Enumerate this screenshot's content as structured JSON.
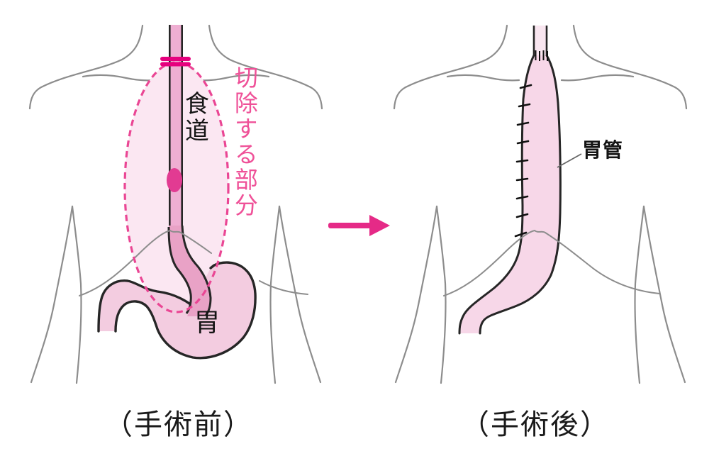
{
  "diagram": {
    "type": "medical-illustration",
    "subject": "esophagus-resection-before-after",
    "before": {
      "caption": "（手術前）",
      "esophagus_label": "食道",
      "stomach_label": "胃",
      "resection_label": "切除する部分"
    },
    "after": {
      "caption": "（手術後）",
      "gastric_tube_label": "胃管"
    },
    "arrow": {
      "direction": "right",
      "color": "#e52a87"
    },
    "colors": {
      "accent_magenta": "#e6007e",
      "dashed_outline": "#ea4694",
      "resection_text": "#ef5198",
      "resection_area_fill": "#fbe7f2",
      "esophagus_fill": "#efaed2",
      "esophagus_lower_fill": "#e9a2c6",
      "tumor_fill": "#e23b92",
      "stomach_fill": "#f3cce0",
      "gastric_tube_fill": "#f7d7e8",
      "esophagus_stump_fill": "#f9e6f0",
      "organ_outline": "#262626",
      "body_outline": "#8d8d8d"
    }
  }
}
